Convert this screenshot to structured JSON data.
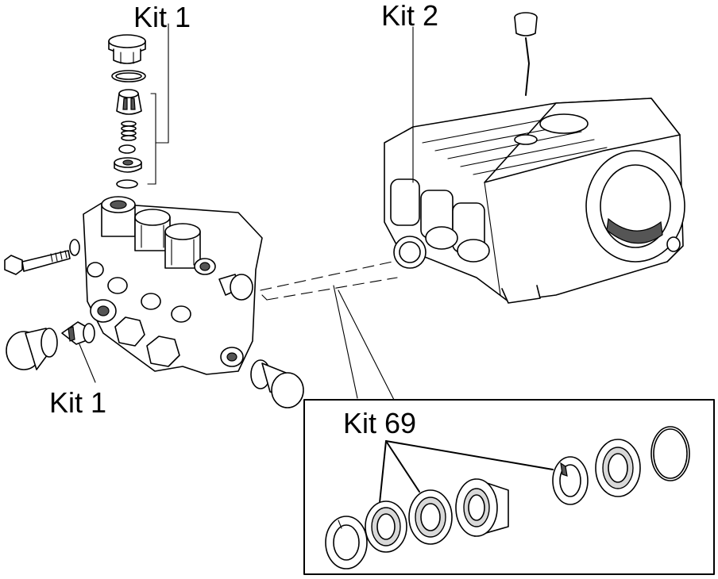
{
  "labels": {
    "kit1_top": "Kit 1",
    "kit2": "Kit 2",
    "kit1_bottom": "Kit 1",
    "kit69": "Kit 69"
  }
}
